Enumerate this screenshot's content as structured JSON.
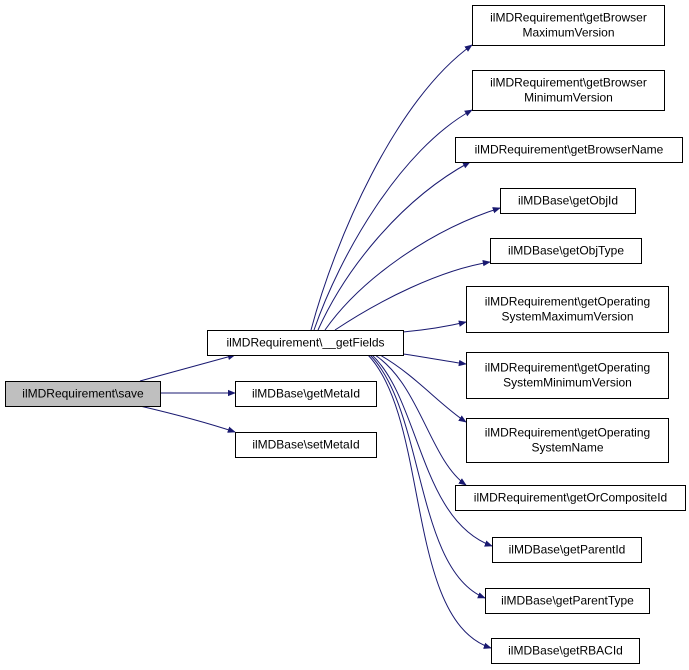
{
  "colors": {
    "edge": "#191970",
    "node_border": "#000000",
    "root_fill": "#bfbfbf",
    "node_fill": "#ffffff"
  },
  "nodes": {
    "save": [
      "ilMDRequirement\\save"
    ],
    "getFields": [
      "ilMDRequirement\\__getFields"
    ],
    "getMetaId": [
      "ilMDBase\\getMetaId"
    ],
    "setMetaId": [
      "ilMDBase\\setMetaId"
    ],
    "getBrowserMaximumVersion": [
      "ilMDRequirement\\getBrowser",
      "MaximumVersion"
    ],
    "getBrowserMinimumVersion": [
      "ilMDRequirement\\getBrowser",
      "MinimumVersion"
    ],
    "getBrowserName": [
      "ilMDRequirement\\getBrowserName"
    ],
    "getObjId": [
      "ilMDBase\\getObjId"
    ],
    "getObjType": [
      "ilMDBase\\getObjType"
    ],
    "getOSMaxVersion": [
      "ilMDRequirement\\getOperating",
      "SystemMaximumVersion"
    ],
    "getOSMinVersion": [
      "ilMDRequirement\\getOperating",
      "SystemMinimumVersion"
    ],
    "getOSName": [
      "ilMDRequirement\\getOperating",
      "SystemName"
    ],
    "getOrCompositeId": [
      "ilMDRequirement\\getOrCompositeId"
    ],
    "getParentId": [
      "ilMDBase\\getParentId"
    ],
    "getParentType": [
      "ilMDBase\\getParentType"
    ],
    "getRBACId": [
      "ilMDBase\\getRBACId"
    ]
  },
  "edges": [
    [
      "save",
      "getFields"
    ],
    [
      "save",
      "getMetaId"
    ],
    [
      "save",
      "setMetaId"
    ],
    [
      "getFields",
      "getBrowserMaximumVersion"
    ],
    [
      "getFields",
      "getBrowserMinimumVersion"
    ],
    [
      "getFields",
      "getBrowserName"
    ],
    [
      "getFields",
      "getObjId"
    ],
    [
      "getFields",
      "getObjType"
    ],
    [
      "getFields",
      "getOSMaxVersion"
    ],
    [
      "getFields",
      "getOSMinVersion"
    ],
    [
      "getFields",
      "getOSName"
    ],
    [
      "getFields",
      "getOrCompositeId"
    ],
    [
      "getFields",
      "getParentId"
    ],
    [
      "getFields",
      "getParentType"
    ],
    [
      "getFields",
      "getRBACId"
    ]
  ]
}
